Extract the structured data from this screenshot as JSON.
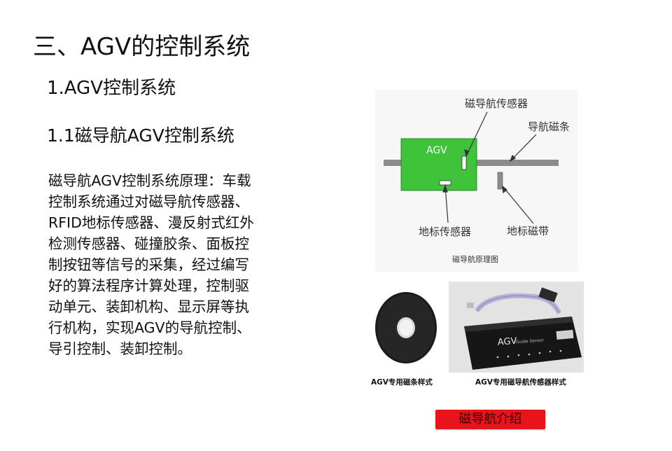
{
  "heading": "三、AGV的控制系统",
  "subheading": "1.AGV控制系统",
  "section_title": "1.1磁导航AGV控制系统",
  "paragraph_lines": [
    "磁导航AGV控制系统原理：车载",
    "控制系统通过对磁导航传感器、",
    "RFID地标传感器、漫反射式红外",
    "检测传感器、碰撞胶条、面板控",
    "制按钮等信号的采集，经过编写",
    "好的算法程序计算处理，控制驱",
    "动单元、装卸机构、显示屏等执",
    "行机构，实现AGV的导航控制、",
    "导引控制、装卸控制。"
  ],
  "diagram": {
    "label_nav_sensor": "磁导航传感器",
    "label_guide_strip": "导航磁条",
    "label_agv": "AGV",
    "label_landmark_sensor": "地标传感器",
    "label_landmark_tape": "地标磁带",
    "caption": "磁导航原理图",
    "colors": {
      "agv_body": "#3fc33a",
      "track": "#8c8c8c"
    }
  },
  "photos": {
    "tape_caption": "AGV专用磁条样式",
    "sensor_caption": "AGV专用磁导航传感器样式",
    "sensor_device_text": "AGV",
    "sensor_device_subtext": "Guide Sensor"
  },
  "intro_button": {
    "label": "磁导航介绍",
    "color": "#e8141c"
  }
}
